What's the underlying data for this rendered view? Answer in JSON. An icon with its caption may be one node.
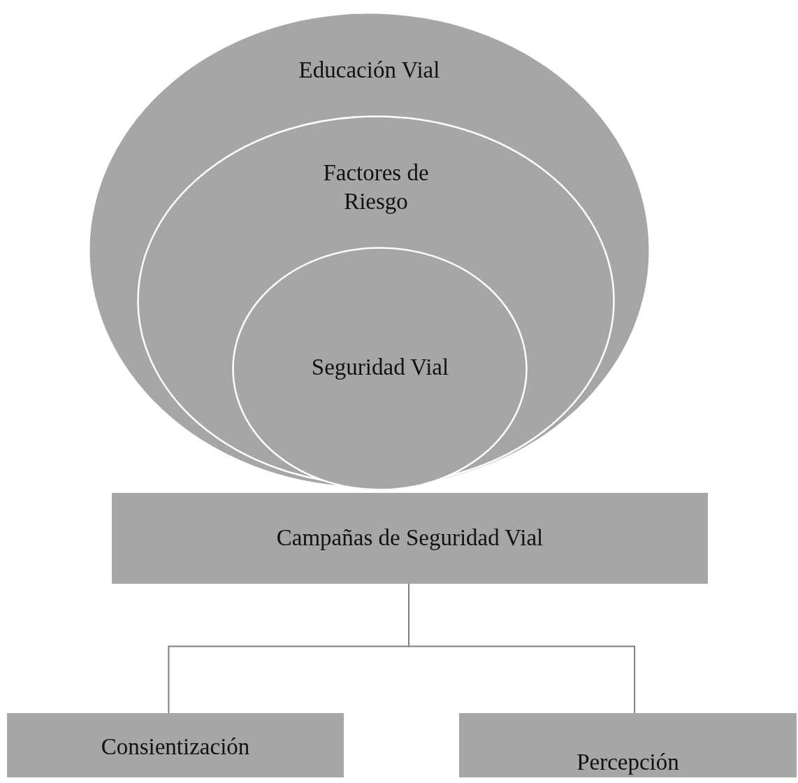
{
  "diagram": {
    "nodes": [
      {
        "text": [
          "Educación Vial"
        ]
      },
      {
        "text": [
          "Factores de Riesgo"
        ],
        "in": 0
      },
      {
        "text": [
          "Seguridad Vial"
        ],
        "in": 1
      },
      {
        "text": [
          "Campañas de Seguridad Vial"
        ]
      },
      {
        "text": [
          "Consientización"
        ]
      },
      {
        "text": [
          "Percepción"
        ]
      }
    ],
    "edges": [
      {
        "from": 3,
        "to": 4,
        "arrow": "none"
      },
      {
        "from": 3,
        "to": 5,
        "arrow": "none"
      }
    ]
  }
}
